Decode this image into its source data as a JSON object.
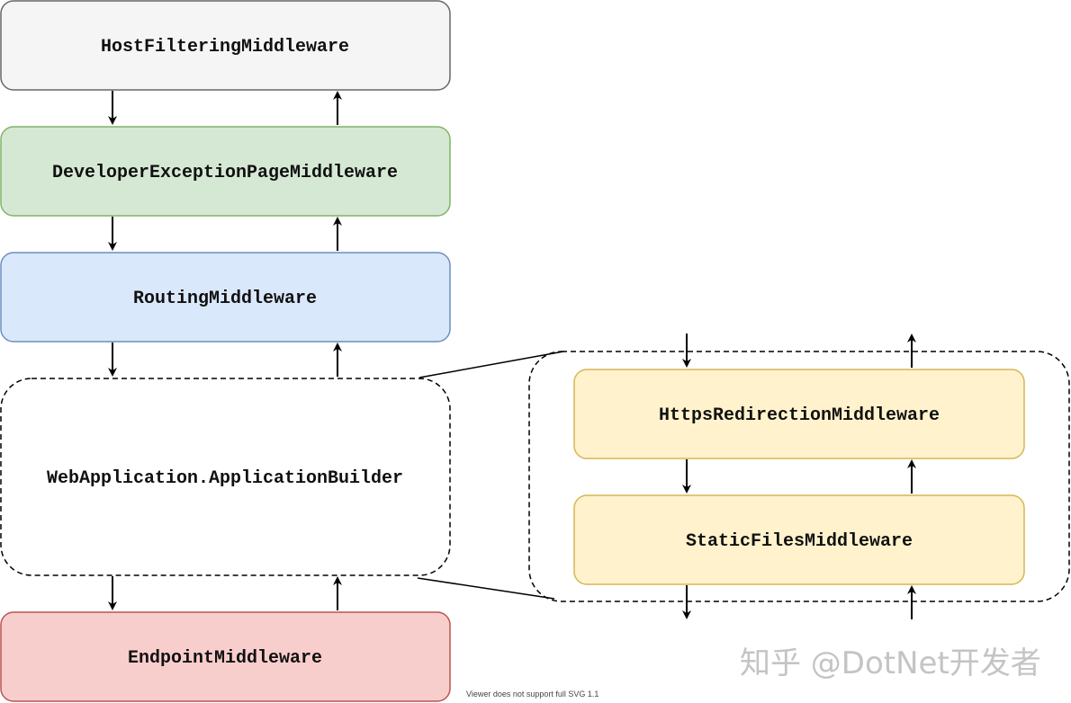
{
  "boxes": {
    "host_filtering": {
      "label": "HostFilteringMiddleware",
      "fill": "#f5f5f5",
      "stroke": "#666666"
    },
    "developer_exception": {
      "label": "DeveloperExceptionPageMiddleware",
      "fill": "#d5e8d4",
      "stroke": "#82b366"
    },
    "routing": {
      "label": "RoutingMiddleware",
      "fill": "#dae8fc",
      "stroke": "#6c8ebf"
    },
    "application_builder": {
      "label": "WebApplication.ApplicationBuilder",
      "fill": "#ffffff",
      "stroke": "#000000"
    },
    "endpoint": {
      "label": "EndpointMiddleware",
      "fill": "#f8cecc",
      "stroke": "#b85450"
    },
    "https_redirection": {
      "label": "HttpsRedirectionMiddleware",
      "fill": "#fff2cc",
      "stroke": "#d6b656"
    },
    "static_files": {
      "label": "StaticFilesMiddleware",
      "fill": "#fff2cc",
      "stroke": "#d6b656"
    }
  },
  "watermark": "知乎 @DotNet开发者",
  "footnote": "Viewer does not support full SVG 1.1"
}
